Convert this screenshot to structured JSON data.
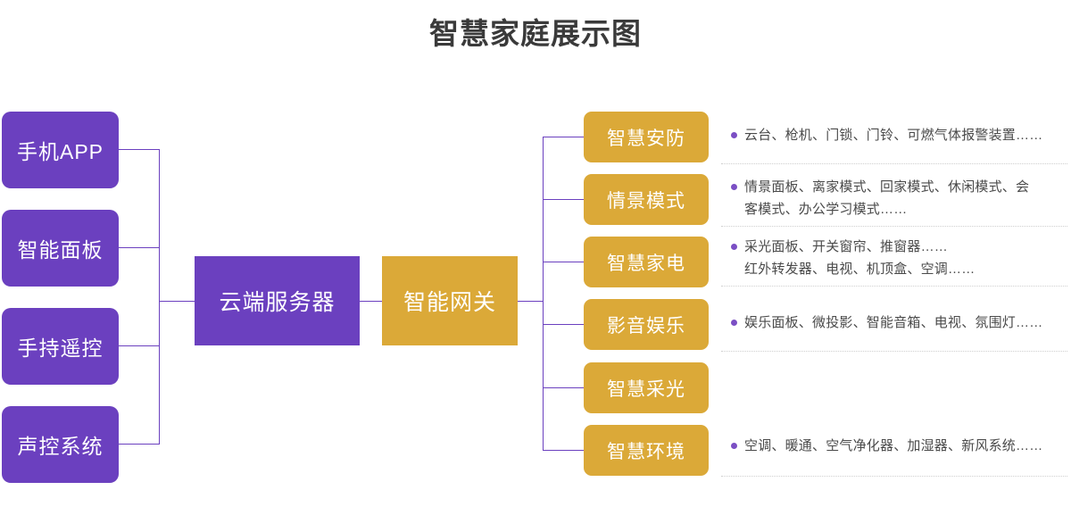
{
  "title": "智慧家庭展示图",
  "colors": {
    "purple": "#6B40BF",
    "gold": "#DBA938",
    "connector": "#6B40BF",
    "bullet": "#7B4FC4",
    "divider": "#cfcfcf",
    "title_text": "#3a3a3a",
    "body_text": "#4a4a4a"
  },
  "inputs": [
    {
      "label": "手机APP"
    },
    {
      "label": "智能面板"
    },
    {
      "label": "手持遥控"
    },
    {
      "label": "声控系统"
    }
  ],
  "hubs": [
    {
      "label": "云端服务器",
      "color": "purple"
    },
    {
      "label": "智能网关",
      "color": "gold"
    }
  ],
  "categories": [
    {
      "label": "智慧安防"
    },
    {
      "label": "情景模式"
    },
    {
      "label": "智慧家电"
    },
    {
      "label": "影音娱乐"
    },
    {
      "label": "智慧采光"
    },
    {
      "label": "智慧环境"
    }
  ],
  "descriptions": [
    {
      "line1": "云台、枪机、门锁、门铃、可燃气体报警装置……",
      "line2": ""
    },
    {
      "line1": "情景面板、离家模式、回家模式、休闲模式、会",
      "line2": "客模式、办公学习模式……"
    },
    {
      "line1": "采光面板、开关窗帘、推窗器……",
      "line2": "红外转发器、电视、机顶盒、空调……"
    },
    {
      "line1": "娱乐面板、微投影、智能音箱、电视、氛围灯……",
      "line2": ""
    },
    {
      "line1": "",
      "line2": ""
    },
    {
      "line1": "空调、暖通、空气净化器、加湿器、新风系统……",
      "line2": ""
    }
  ]
}
